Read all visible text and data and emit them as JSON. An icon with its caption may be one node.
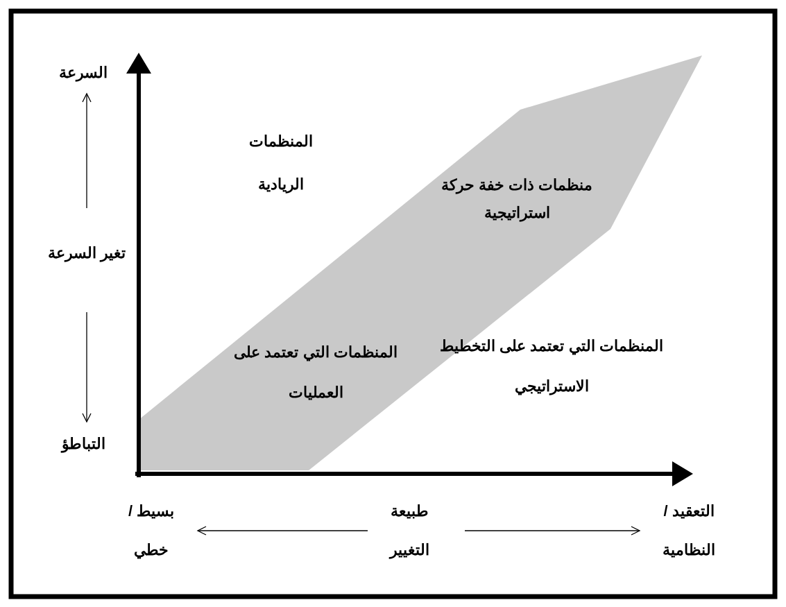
{
  "diagram": {
    "nodes": [
      {
        "text": [
          "منظمات ذات خفة حركة استراتيجية",
          "المنظمات التي تعتمد على العمليات"
        ]
      }
    ],
    "labels": [
      "السرعة",
      "تغير السرعة",
      "التباطؤ",
      "المنظمات الريادية",
      "المنظمات التي تعتمد على التخطيط الاستراتيجي",
      "بسيط / خطي",
      "طبيعة التغيير",
      "التعقيد / النظامية"
    ]
  }
}
